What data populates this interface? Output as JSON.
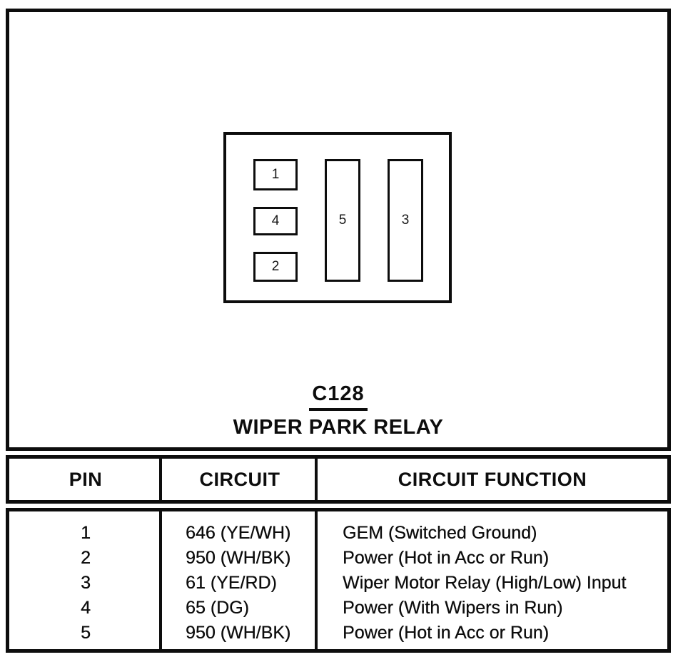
{
  "colors": {
    "ink": "#0d0d0d",
    "paper": "#ffffff"
  },
  "captions": {
    "connector_id": "C128",
    "connector_name": "WIPER PARK RELAY"
  },
  "connector": {
    "cavities": [
      {
        "label": "1"
      },
      {
        "label": "4"
      },
      {
        "label": "2"
      },
      {
        "label": "5"
      },
      {
        "label": "3"
      }
    ]
  },
  "table": {
    "headers": {
      "pin": "PIN",
      "circuit": "CIRCUIT",
      "function": "CIRCUIT FUNCTION"
    },
    "rows": [
      {
        "pin": "1",
        "circuit": "646 (YE/WH)",
        "function": "GEM (Switched Ground)"
      },
      {
        "pin": "2",
        "circuit": "950 (WH/BK)",
        "function": "Power (Hot in Acc or Run)"
      },
      {
        "pin": "3",
        "circuit": "61 (YE/RD)",
        "function": "Wiper Motor Relay (High/Low) Input"
      },
      {
        "pin": "4",
        "circuit": "65 (DG)",
        "function": "Power (With Wipers in Run)"
      },
      {
        "pin": "5",
        "circuit": "950 (WH/BK)",
        "function": "Power (Hot in Acc or Run)"
      }
    ]
  }
}
